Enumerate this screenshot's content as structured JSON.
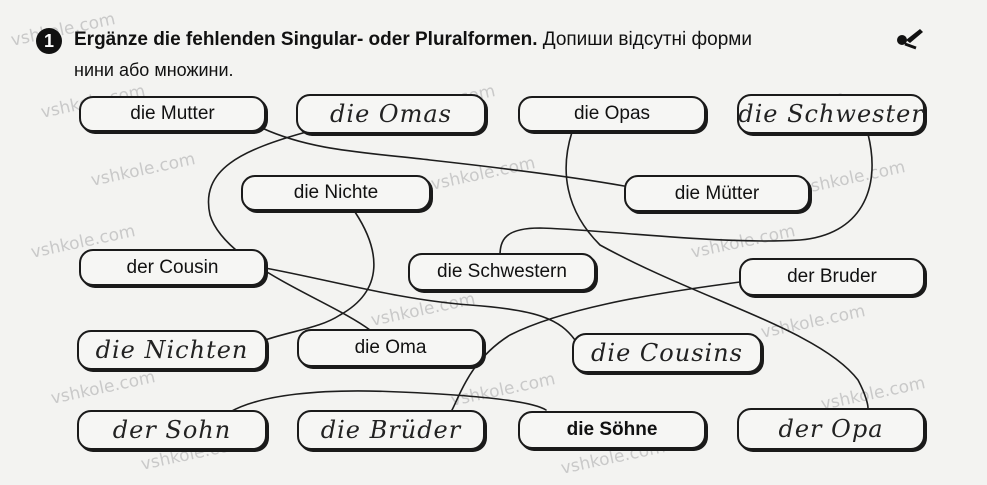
{
  "task": {
    "number": "1",
    "instruction_de": "Ergänze die fehlenden Singular- oder Pluralformen.",
    "instruction_uk_line1": "Допиши відсутні форми",
    "instruction_uk_line2": "нини або множини."
  },
  "watermark": "vshkole.com",
  "boxes": [
    {
      "id": "die-mutter",
      "text": "die Mutter",
      "style": "printed"
    },
    {
      "id": "die-omas",
      "text": "die Omas",
      "style": "handwritten"
    },
    {
      "id": "die-opas",
      "text": "die Opas",
      "style": "printed"
    },
    {
      "id": "die-schwester",
      "text": "die Schwester",
      "style": "handwritten"
    },
    {
      "id": "die-nichte",
      "text": "die Nichte",
      "style": "printed"
    },
    {
      "id": "die-muetter",
      "text": "die Mütter",
      "style": "printed"
    },
    {
      "id": "der-cousin",
      "text": "der Cousin",
      "style": "printed"
    },
    {
      "id": "die-schwestern",
      "text": "die Schwestern",
      "style": "printed"
    },
    {
      "id": "der-bruder",
      "text": "der Bruder",
      "style": "printed"
    },
    {
      "id": "die-nichten",
      "text": "die Nichten",
      "style": "handwritten"
    },
    {
      "id": "die-oma",
      "text": "die Oma",
      "style": "printed"
    },
    {
      "id": "die-cousins",
      "text": "die Cousins",
      "style": "handwritten"
    },
    {
      "id": "der-sohn",
      "text": "der Sohn",
      "style": "handwritten"
    },
    {
      "id": "die-brueder",
      "text": "die Brüder",
      "style": "handwritten"
    },
    {
      "id": "die-soehne",
      "text": "die Söhne",
      "style": "printed"
    },
    {
      "id": "der-opa",
      "text": "der Opa",
      "style": "handwritten"
    }
  ]
}
